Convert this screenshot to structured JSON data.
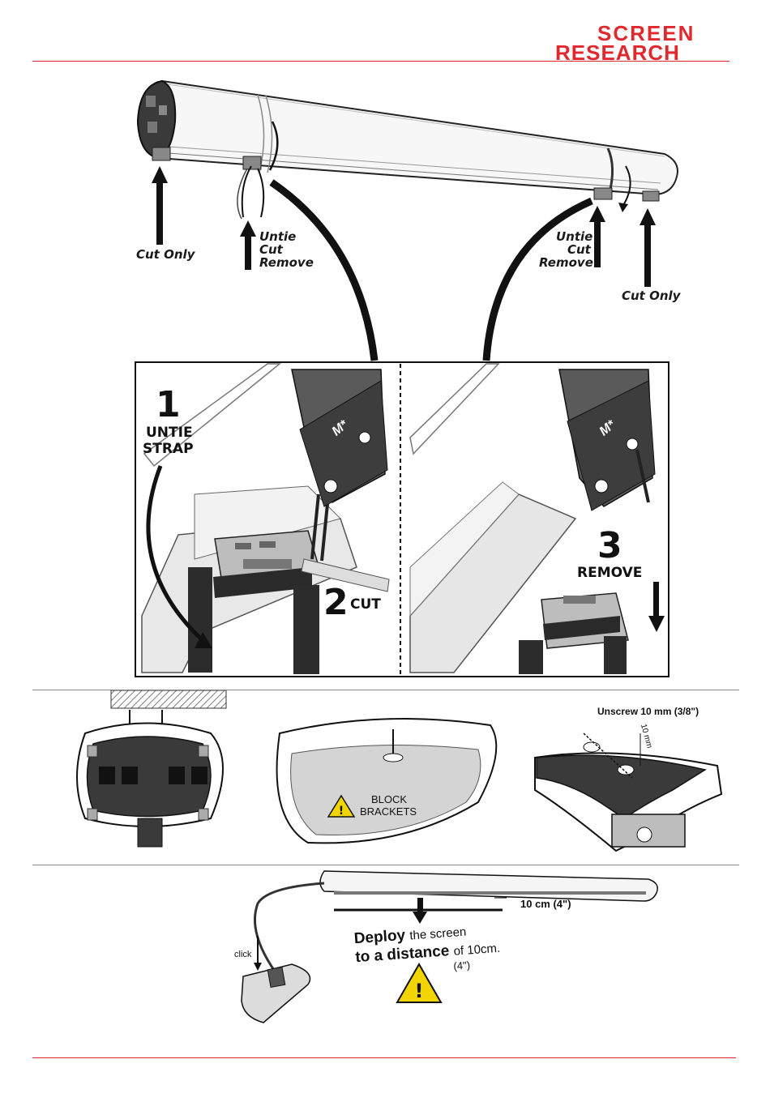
{
  "header": {
    "logo_line1": "SCREEN",
    "logo_line2": "RESEARCH",
    "brand_color": "#e0282e"
  },
  "top_diagram": {
    "label_left": "Cut Only",
    "label_mid": [
      "Untie",
      "Cut",
      "Remove"
    ],
    "label_right_mid": [
      "Untie",
      "Cut",
      "Remove"
    ],
    "label_right": "Cut Only"
  },
  "panel": {
    "step1_number": "1",
    "step1_text": [
      "UNTIE",
      "STRAP"
    ],
    "step2_number": "2",
    "step2_text": "CUT",
    "step3_number": "3",
    "step3_text": "REMOVE",
    "bracket_mark_left": "M*",
    "bracket_mark_right": "M*"
  },
  "middle_row": {
    "block_brackets_text": [
      "BLOCK",
      "BRACKETS"
    ],
    "unscrew_text": "Unscrew 10 mm (3/8\")",
    "unscrew_dim": "10 mm"
  },
  "bottom": {
    "click_text": "click",
    "distance_label": "10 cm (4\")",
    "deploy_line1_bold": "Deploy",
    "deploy_line1_rest": "the screen",
    "deploy_line2_bold": "to a distance",
    "deploy_line2_rest": "of 10cm.",
    "deploy_line3": "(4\")"
  }
}
